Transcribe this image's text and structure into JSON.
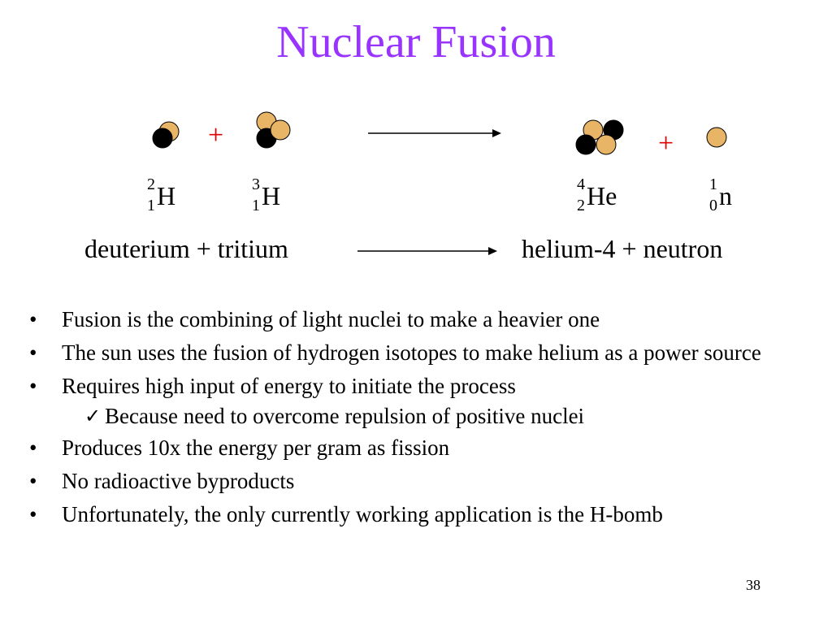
{
  "slide": {
    "title": "Nuclear Fusion",
    "page_number": "38",
    "colors": {
      "title": "#9933ff",
      "plus": "#e00000",
      "proton": "#e8b466",
      "neutron": "#000000"
    },
    "equation": {
      "plus1": "+",
      "plus2": "+",
      "isotopes": [
        {
          "mass": "2",
          "atomic": "1",
          "symbol": "H"
        },
        {
          "mass": "3",
          "atomic": "1",
          "symbol": "H"
        },
        {
          "mass": "4",
          "atomic": "2",
          "symbol": "He"
        },
        {
          "mass": "1",
          "atomic": "0",
          "symbol": "n"
        }
      ],
      "words_left": "deuterium + tritium",
      "words_right": "helium-4 + neutron"
    },
    "bullets": [
      "Fusion is the combining of light nuclei to make a heavier one",
      "The sun uses the fusion of hydrogen isotopes to make helium as a power source",
      "Requires high input of energy to initiate the process",
      "Produces 10x the energy per gram as fission",
      "No radioactive byproducts",
      "Unfortunately, the only currently working application is the H-bomb"
    ],
    "sub_bullet": "Because need to overcome repulsion of positive nuclei",
    "bullet_char": "•",
    "check_char": "✓"
  }
}
